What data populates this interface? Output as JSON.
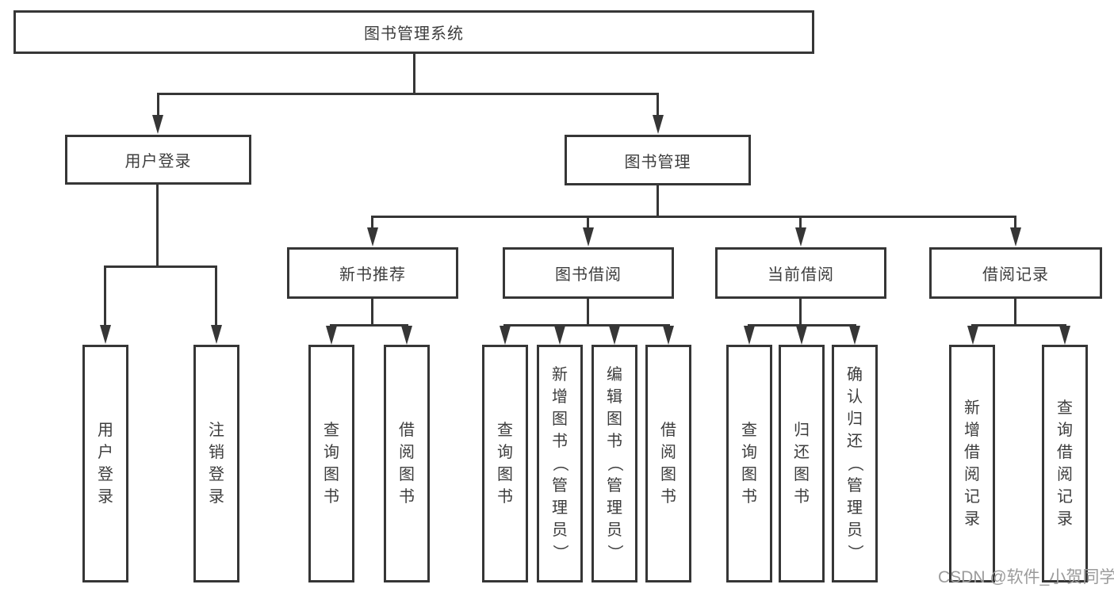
{
  "tree": {
    "label": "图书管理系统",
    "children": [
      {
        "label": "用户登录",
        "children": [
          {
            "label": "用户登录"
          },
          {
            "label": "注销登录"
          }
        ]
      },
      {
        "label": "图书管理",
        "children": [
          {
            "label": "新书推荐",
            "children": [
              {
                "label": "查询图书"
              },
              {
                "label": "借阅图书"
              }
            ]
          },
          {
            "label": "图书借阅",
            "children": [
              {
                "label": "查询图书"
              },
              {
                "label": "新增图书（管理员）"
              },
              {
                "label": "编辑图书（管理员）"
              },
              {
                "label": "借阅图书"
              }
            ]
          },
          {
            "label": "当前借阅",
            "children": [
              {
                "label": "查询图书"
              },
              {
                "label": "归还图书"
              },
              {
                "label": "确认归还（管理员）"
              }
            ]
          },
          {
            "label": "借阅记录",
            "children": [
              {
                "label": "新增借阅记录"
              },
              {
                "label": "查询借阅记录"
              }
            ]
          }
        ]
      }
    ]
  },
  "watermark": {
    "text": "CSDN @软件_小贺同学"
  },
  "colors": {
    "line": "#363636",
    "text": "#3d3d3d",
    "watermark": "#9b9b9b",
    "background": "#ffffff"
  }
}
